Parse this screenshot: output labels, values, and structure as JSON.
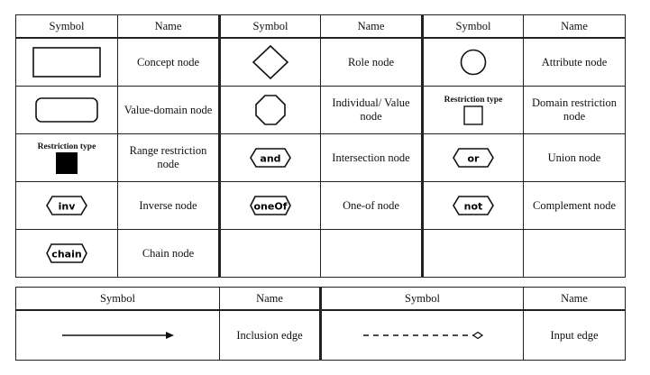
{
  "table1": {
    "headers": [
      "Symbol",
      "Name",
      "Symbol",
      "Name",
      "Symbol",
      "Name"
    ],
    "rows": [
      [
        {
          "symbol": "rectangle"
        },
        {
          "name": "Concept node"
        },
        {
          "symbol": "diamond"
        },
        {
          "name": "Role node"
        },
        {
          "symbol": "circle"
        },
        {
          "name": "Attribute node"
        }
      ],
      [
        {
          "symbol": "rounded-rectangle"
        },
        {
          "name": "Value-domain node"
        },
        {
          "symbol": "octagon"
        },
        {
          "name": "Individual/ Value node"
        },
        {
          "symbol": "small-square",
          "caption": "Restriction type"
        },
        {
          "name": "Domain restriction node"
        }
      ],
      [
        {
          "symbol": "filled-square",
          "caption": "Restriction type"
        },
        {
          "name": "Range restriction node"
        },
        {
          "symbol": "hexagon",
          "text": "and"
        },
        {
          "name": "Intersection node"
        },
        {
          "symbol": "hexagon",
          "text": "or"
        },
        {
          "name": "Union node"
        }
      ],
      [
        {
          "symbol": "hexagon",
          "text": "inv"
        },
        {
          "name": "Inverse node"
        },
        {
          "symbol": "hexagon",
          "text": "oneOf"
        },
        {
          "name": "One-of node"
        },
        {
          "symbol": "hexagon",
          "text": "not"
        },
        {
          "name": "Complement node"
        }
      ],
      [
        {
          "symbol": "hexagon",
          "text": "chain"
        },
        {
          "name": "Chain node"
        },
        {},
        {},
        {},
        {}
      ]
    ]
  },
  "table2": {
    "headers": [
      "Symbol",
      "Name",
      "Symbol",
      "Name"
    ],
    "rows": [
      [
        {
          "symbol": "solid-arrow"
        },
        {
          "name": "Inclusion edge"
        },
        {
          "symbol": "dashed-diamond-arrow"
        },
        {
          "name": "Input edge"
        }
      ]
    ]
  }
}
